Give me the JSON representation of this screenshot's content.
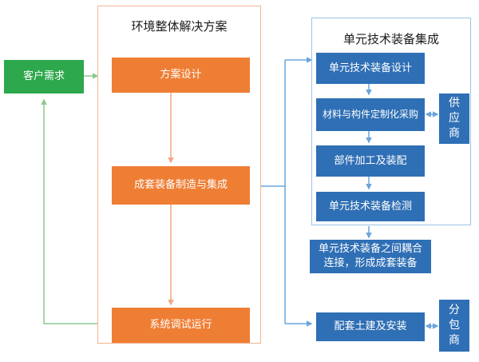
{
  "customer": {
    "label": "客户需求"
  },
  "solution": {
    "title": "环境整体解决方案",
    "steps": [
      "方案设计",
      "成套装备制造与集成",
      "系统调试运行"
    ]
  },
  "unit": {
    "title": "单元技术装备集成",
    "steps": [
      "单元技术装备设计",
      "材料与构件定制化采购",
      "部件加工及装配",
      "单元技术装备检测"
    ]
  },
  "coupling": {
    "line1": "单元技术装备之间耦合",
    "line2": "连接，形成成套装备"
  },
  "install": {
    "label": "配套土建及安装"
  },
  "supplier": {
    "chars": [
      "供",
      "应",
      "商"
    ]
  },
  "subcontractor": {
    "chars": [
      "分",
      "包",
      "商"
    ]
  },
  "colors": {
    "green": "#2ea84c",
    "orange": "#ef7e35",
    "blue": "#2f6fb5",
    "solution_frame": "#f3b493",
    "unit_frame": "#9cc3e6",
    "connector_blue": "#6aa6dc",
    "connector_green": "#8dc98d",
    "connector_orange": "#f2a883"
  }
}
